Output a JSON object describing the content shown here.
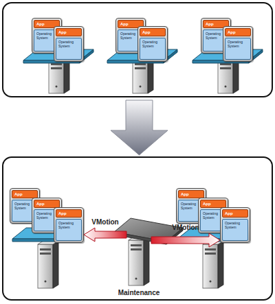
{
  "diagram": {
    "nodes": [
      {
        "text": []
      },
      {
        "text": [
          "App",
          "Operating System"
        ],
        "in": 0
      },
      {
        "text": [
          "App",
          "Operating System"
        ],
        "in": 0
      },
      {
        "text": [
          "App",
          "Operating System"
        ],
        "in": 0
      },
      {
        "text": [
          "App",
          "Operating System"
        ],
        "in": 0
      },
      {
        "text": [
          "App",
          "Operating System"
        ],
        "in": 0
      },
      {
        "text": [
          "App",
          "Operating System"
        ],
        "in": 0
      },
      {
        "text": []
      },
      {
        "text": [
          "App",
          "Operating System"
        ],
        "in": 7
      },
      {
        "text": [
          "App",
          "Operating System"
        ],
        "in": 7
      },
      {
        "text": [
          "App",
          "Operating System"
        ],
        "in": 7
      },
      {
        "text": [
          "Maintenance"
        ],
        "in": 7
      },
      {
        "text": [
          "App",
          "Operating System"
        ],
        "in": 7
      },
      {
        "text": [
          "App",
          "Operating System"
        ],
        "in": 7
      },
      {
        "text": [
          "App",
          "Operating System"
        ],
        "in": 7
      }
    ],
    "edges": [
      {
        "from": 11,
        "to": 10,
        "arrow": "to",
        "label": "VMotion"
      },
      {
        "from": 11,
        "to": 14,
        "arrow": "to",
        "label": "VMotion"
      }
    ]
  }
}
